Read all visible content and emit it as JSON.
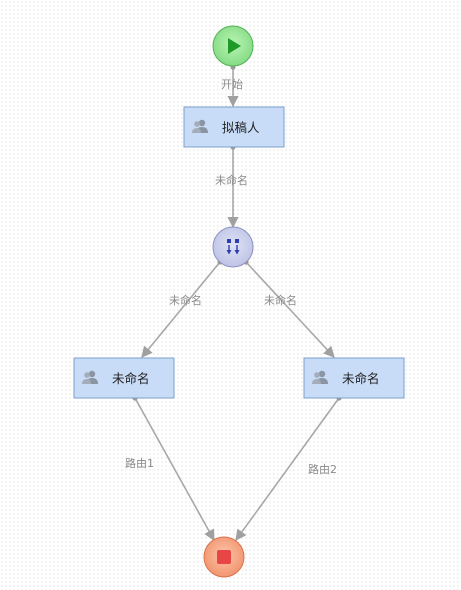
{
  "diagram": {
    "nodes": {
      "start": {
        "type": "start",
        "icon": "play-icon",
        "color": "#9be89b"
      },
      "drafter": {
        "type": "task",
        "icon": "user-group-icon",
        "label": "拟稿人"
      },
      "gateway": {
        "type": "parallel-gateway",
        "icon": "branch-icon",
        "color": "#c9cdea"
      },
      "left_task": {
        "type": "task",
        "icon": "user-group-icon",
        "label": "未命名"
      },
      "right_task": {
        "type": "task",
        "icon": "user-group-icon",
        "label": "未命名"
      },
      "end": {
        "type": "end",
        "icon": "stop-icon",
        "color": "#f7a98a"
      }
    },
    "edges": {
      "start_to_drafter": {
        "from": "start",
        "to": "drafter",
        "label": "开始"
      },
      "drafter_to_gateway": {
        "from": "drafter",
        "to": "gateway",
        "label": "未命名"
      },
      "gateway_to_left": {
        "from": "gateway",
        "to": "left_task",
        "label": "未命名"
      },
      "gateway_to_right": {
        "from": "gateway",
        "to": "right_task",
        "label": "未命名"
      },
      "left_to_end": {
        "from": "left_task",
        "to": "end",
        "label": "路由1"
      },
      "right_to_end": {
        "from": "right_task",
        "to": "end",
        "label": "路由2"
      }
    },
    "colors": {
      "task_fill": "#c8dcf8",
      "task_border": "#7aa0cc",
      "edge": "#a8a8a8",
      "start_fill": "#9be89b",
      "end_fill": "#f7a98a"
    }
  }
}
